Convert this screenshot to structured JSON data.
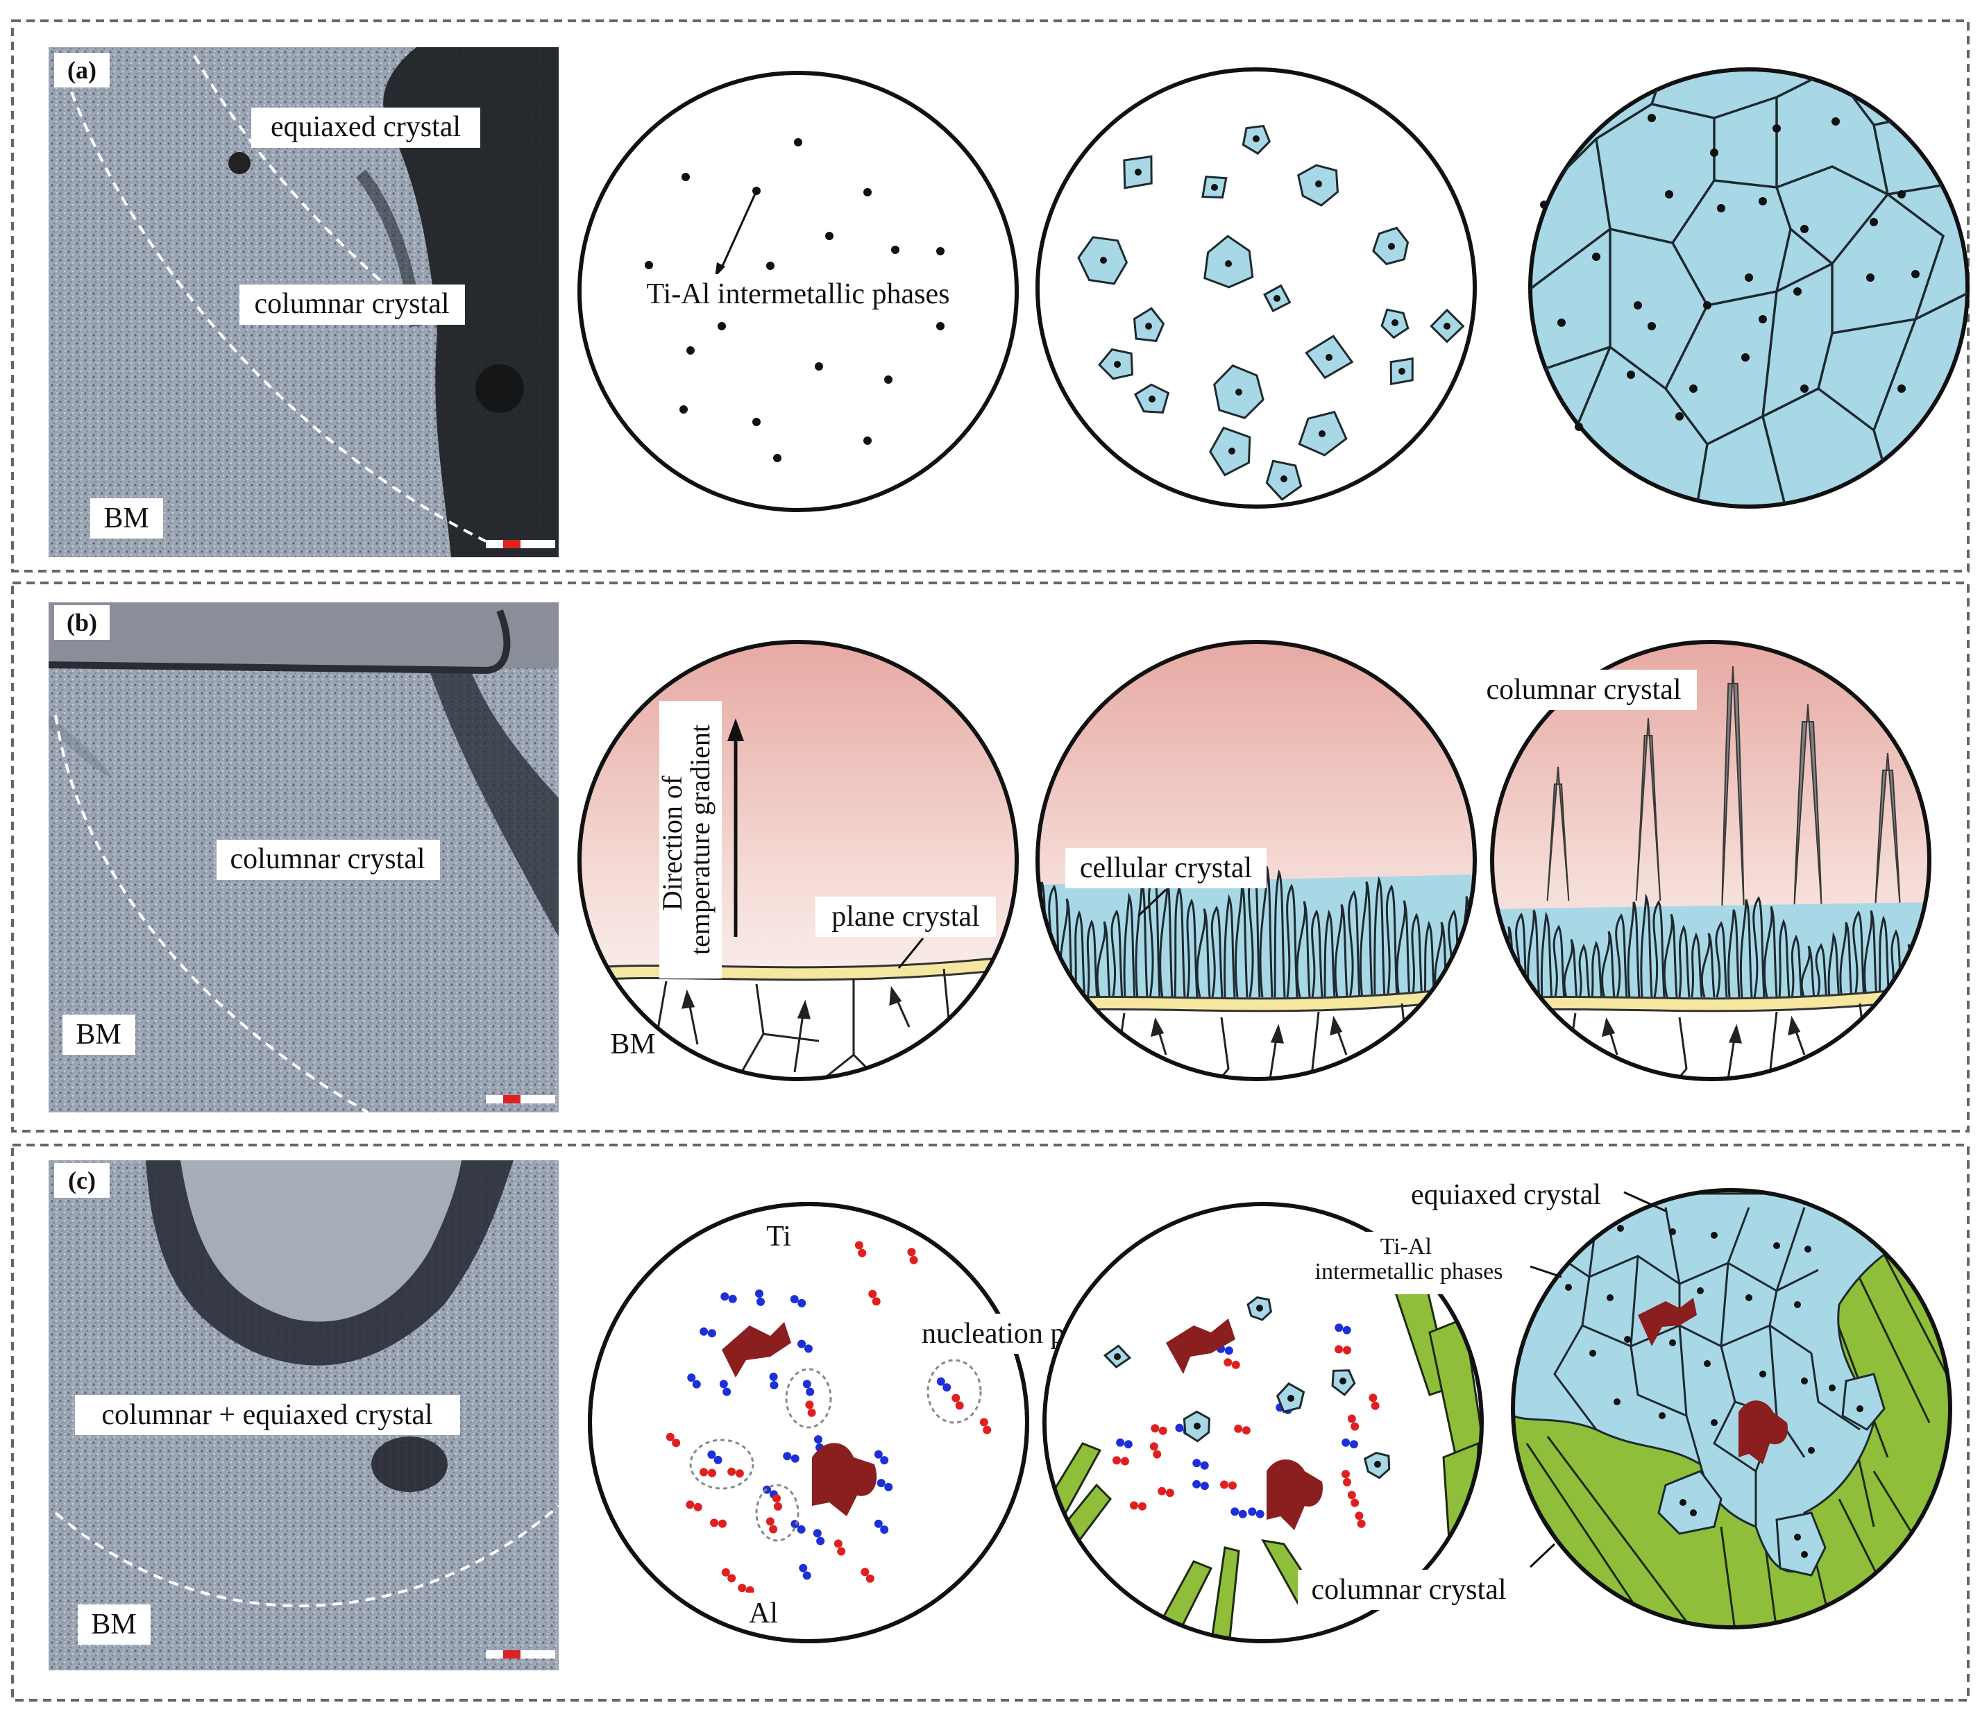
{
  "colors": {
    "crystal_blue": "#a8d8e6",
    "columnar_green": "#8fbf3a",
    "phase_brown": "#8b1e1e",
    "solid_yellow": "#f6e7a0",
    "melt_pink": "#e9b3ad",
    "dendrite_gray": "#808080",
    "atom_ti": "#e02020",
    "atom_al": "#1c2fd8",
    "micrograph": "#8f9aa8"
  },
  "panel_a": {
    "tag": "(a)",
    "micrograph_labels": {
      "equiaxed": "equiaxed crystal",
      "columnar": "columnar crystal",
      "bm": "BM"
    },
    "schematic_label": "Ti-Al intermetallic phases"
  },
  "panel_b": {
    "tag": "(b)",
    "micrograph_labels": {
      "columnar": "columnar crystal",
      "bm": "BM"
    },
    "gradient_label_line1": "Direction of",
    "gradient_label_line2": "temperature gradient",
    "plane_crystal": "plane crystal",
    "bm": "BM",
    "cellular_crystal": "cellular crystal",
    "columnar_crystal": "columnar crystal"
  },
  "panel_c": {
    "tag": "(c)",
    "micrograph_labels": {
      "mixed": "columnar + equiaxed crystal",
      "bm": "BM"
    },
    "ti": "Ti",
    "al": "Al",
    "nucleation_points": "nucleation points",
    "equiaxed_crystal": "equiaxed crystal",
    "tial_line1": "Ti-Al",
    "tial_line2": "intermetallic phases",
    "columnar_crystal": "columnar crystal"
  }
}
